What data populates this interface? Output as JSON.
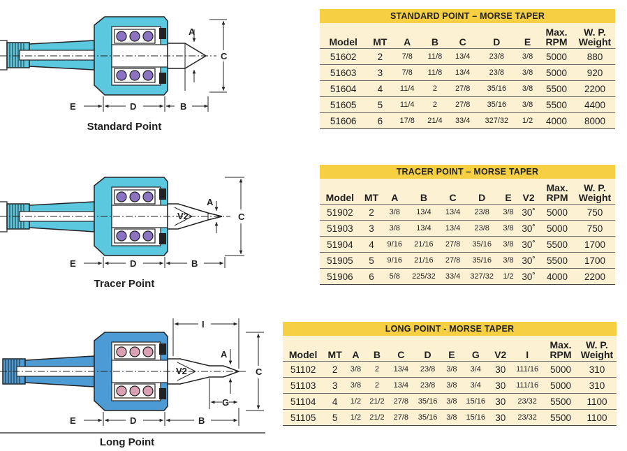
{
  "colors": {
    "title_band": "#f6cf43",
    "table_body": "#fdf1d4",
    "housing_cyan": "#5cc8df",
    "housing_blue": "#4d9bd4",
    "bearing_purple": "#8a74c2",
    "bearing_pink": "#d8a2b4",
    "dimension_line": "#222222"
  },
  "sections": [
    {
      "caption": "Standard Point",
      "diagram": {
        "a": "A",
        "b": "B",
        "c": "C",
        "d": "D",
        "e": "E"
      },
      "table": {
        "title": "STANDARD POINT – MORSE TAPER",
        "headers": [
          "Model",
          "MT",
          "A",
          "B",
          "C",
          "D",
          "E",
          "Max. RPM",
          "W. P. Weight"
        ],
        "rows": [
          [
            "51602",
            "2",
            "7/8",
            "11/8",
            "13/4",
            "23/8",
            "3/8",
            "5000",
            "880"
          ],
          [
            "51603",
            "3",
            "7/8",
            "11/8",
            "13/4",
            "23/8",
            "3/8",
            "5000",
            "920"
          ],
          [
            "51604",
            "4",
            "11/4",
            "2",
            "27/8",
            "35/16",
            "3/8",
            "5500",
            "2200"
          ],
          [
            "51605",
            "5",
            "11/4",
            "2",
            "27/8",
            "35/16",
            "3/8",
            "5500",
            "4400"
          ],
          [
            "51606",
            "6",
            "17/8",
            "21/4",
            "33/4",
            "327/32",
            "1/2",
            "4000",
            "8000"
          ]
        ]
      }
    },
    {
      "caption": "Tracer Point",
      "diagram": {
        "a": "A",
        "b": "B",
        "c": "C",
        "d": "D",
        "e": "E",
        "v2": "V2"
      },
      "table": {
        "title": "TRACER POINT – MORSE TAPER",
        "headers": [
          "Model",
          "MT",
          "A",
          "B",
          "C",
          "D",
          "E",
          "V2",
          "Max. RPM",
          "W. P. Weight"
        ],
        "rows": [
          [
            "51902",
            "2",
            "3/8",
            "13/4",
            "13/4",
            "23/8",
            "3/8",
            "30˚",
            "5000",
            "750"
          ],
          [
            "51903",
            "3",
            "3/8",
            "13/4",
            "13/4",
            "23/8",
            "3/8",
            "30˚",
            "5000",
            "750"
          ],
          [
            "51904",
            "4",
            "9/16",
            "21/16",
            "27/8",
            "35/16",
            "3/8",
            "30˚",
            "5500",
            "1700"
          ],
          [
            "51905",
            "5",
            "9/16",
            "21/16",
            "27/8",
            "35/16",
            "3/8",
            "30˚",
            "5500",
            "1700"
          ],
          [
            "51906",
            "6",
            "5/8",
            "225/32",
            "33/4",
            "327/32",
            "1/2",
            "30˚",
            "4000",
            "2200"
          ]
        ]
      }
    },
    {
      "caption": "Long Point",
      "diagram": {
        "a": "A",
        "b": "B",
        "c": "C",
        "d": "D",
        "e": "E",
        "v2": "V2",
        "g": "G",
        "i": "I"
      },
      "table": {
        "title": "LONG POINT - MORSE TAPER",
        "headers": [
          "Model",
          "MT",
          "A",
          "B",
          "C",
          "D",
          "E",
          "G",
          "V2",
          "I",
          "Max. RPM",
          "W. P. Weight"
        ],
        "rows": [
          [
            "51102",
            "2",
            "3/8",
            "2",
            "13/4",
            "23/8",
            "3/8",
            "3/4",
            "30",
            "111/16",
            "5000",
            "310"
          ],
          [
            "51103",
            "3",
            "3/8",
            "2",
            "13/4",
            "23/8",
            "3/8",
            "3/4",
            "30",
            "111/16",
            "5000",
            "310"
          ],
          [
            "51104",
            "4",
            "1/2",
            "21/2",
            "27/8",
            "35/16",
            "3/8",
            "15/16",
            "30",
            "23/32",
            "5500",
            "1100"
          ],
          [
            "51105",
            "5",
            "1/2",
            "21/2",
            "27/8",
            "35/16",
            "3/8",
            "15/16",
            "30",
            "23/32",
            "5500",
            "1100"
          ]
        ]
      }
    }
  ]
}
